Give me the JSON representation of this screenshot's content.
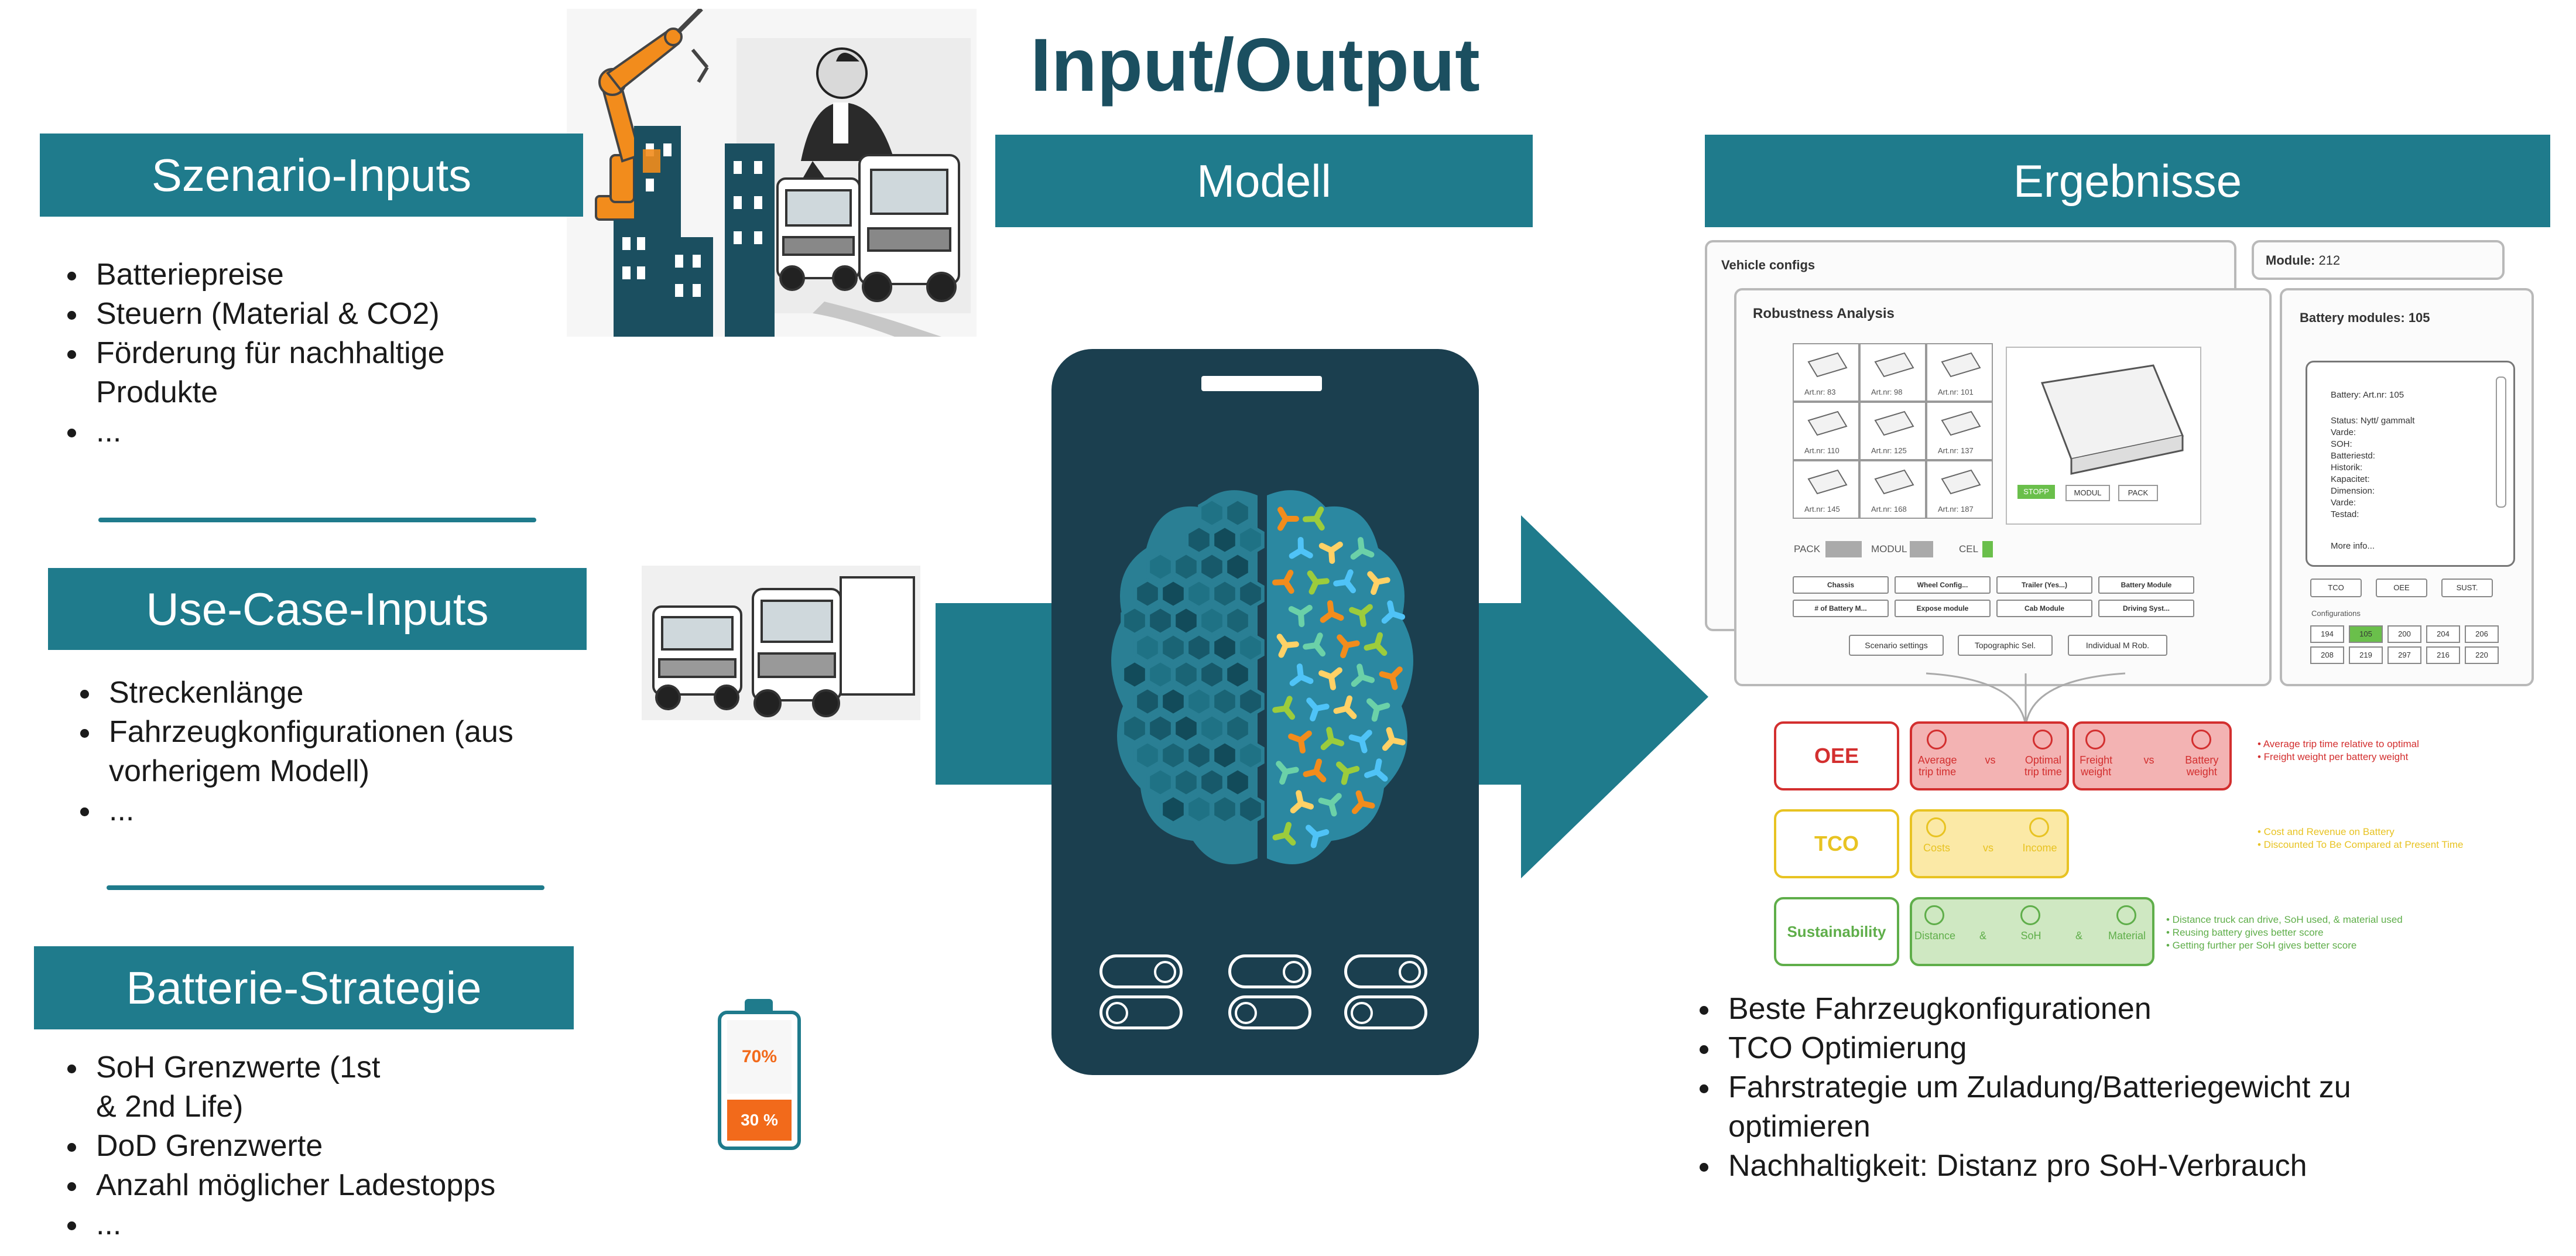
{
  "title": "Input/Output",
  "sections": {
    "szenario": {
      "heading": "Szenario-Inputs",
      "items": [
        "Batteriepreise",
        "Steuern (Material & CO2)",
        "Förderung für nachhaltige Produkte",
        "..."
      ]
    },
    "usecase": {
      "heading": "Use-Case-Inputs",
      "items": [
        "Streckenlänge",
        "Fahrzeugkonfigurationen (aus vorherigem Modell)",
        "..."
      ]
    },
    "batterie": {
      "heading": "Batterie-Strategie",
      "items": [
        "SoH Grenzwerte (1st & 2nd Life)",
        "DoD Grenzwerte",
        "Anzahl möglicher Ladestopps",
        "..."
      ]
    },
    "modell": {
      "heading": "Modell"
    },
    "ergebnisse": {
      "heading": "Ergebnisse",
      "items": [
        "Beste Fahrzeugkonfigurationen",
        "TCO Optimierung",
        "Fahrstrategie um Zuladung/Batteriegewicht zu optimieren",
        "Nachhaltigkeit: Distanz pro SoH-Verbrauch"
      ]
    }
  },
  "battery_icon": {
    "top_label": "70%",
    "bottom_label": "30 %",
    "fill_fraction": 0.3,
    "color_fill": "#f26a1b",
    "color_frame": "#1f7b8c"
  },
  "screenshot": {
    "window_title": "Vehicle configs",
    "module_title": "Module:",
    "module_value": "212",
    "robustness_title": "Robustness Analysis",
    "battery_modules_title": "Battery modules: 105",
    "grid_labels": [
      "Art.nr: 83",
      "Art.nr: 98",
      "Art.nr: 101",
      "Art.nr: 110",
      "Art.nr: 125",
      "Art.nr: 137",
      "Art.nr: 145",
      "Art.nr: 168",
      "Art.nr: 187"
    ],
    "view_buttons": [
      "STOPP",
      "MODUL",
      "PACK"
    ],
    "level_labels": [
      "PACK",
      "MODUL",
      "CEL"
    ],
    "param_buttons": [
      "Chassis",
      "Wheel Config...",
      "Trailer (Yes...)",
      "Battery Module",
      "# of Battery M...",
      "Expose module",
      "Cab Module",
      "Driving Syst..."
    ],
    "bottom_buttons": [
      "Scenario settings",
      "Topographic Sel.",
      "Individual M Rob."
    ],
    "detail_lines": [
      "Battery: Art.nr: 105",
      "Status: Nytt/ gammalt",
      "Varde:",
      "SOH:",
      "Batteriestd:",
      "Historik:",
      "Kapacitet:",
      "Dimension:",
      "Varde:",
      "Testad:",
      "More info..."
    ],
    "detail_buttons": [
      "TCO",
      "OEE",
      "SUST."
    ],
    "configurations_label": "Configurations",
    "config_values": [
      "194",
      "105",
      "200",
      "204",
      "206",
      "208",
      "219",
      "297",
      "216",
      "220"
    ]
  },
  "kpi": [
    {
      "name": "OEE",
      "color": "#d32f2f",
      "fill": "#f3b3b3",
      "parts": [
        "Average trip time",
        "vs",
        "Optimal trip time",
        "Freight weight",
        "vs",
        "Battery weight"
      ],
      "notes": [
        "• Average trip time relative to optimal",
        "• Freight weight per battery weight"
      ]
    },
    {
      "name": "TCO",
      "color": "#e8c322",
      "fill": "#fbe9a6",
      "parts": [
        "Costs",
        "vs",
        "Income"
      ],
      "notes": [
        "• Cost and Revenue on Battery",
        "• Discounted To Be Compared at Present Time"
      ]
    },
    {
      "name": "Sustainability",
      "color": "#5fae4a",
      "fill": "#cfe8c2",
      "parts": [
        "Distance",
        "&",
        "SoH",
        "&",
        "Material"
      ],
      "notes": [
        "• Distance truck can drive, SoH used, & material used",
        "• Reusing battery gives better score",
        "• Getting further per SoH gives better score"
      ]
    }
  ],
  "colors": {
    "band": "#1f7b8c",
    "title": "#1b4f60",
    "phone": "#1b3f4f",
    "brain_left": "#1f6a7a",
    "brain_right": "#2b88a1",
    "robot": "#f28c1c",
    "building": "#1b4f60"
  }
}
